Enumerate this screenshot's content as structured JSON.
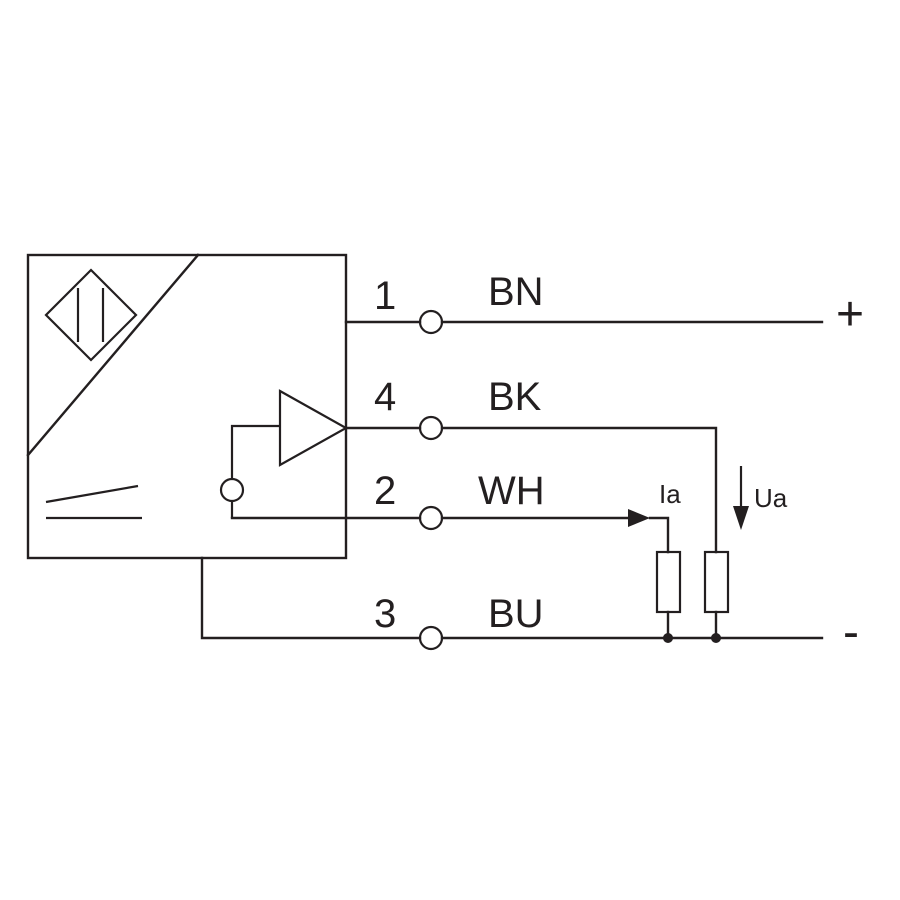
{
  "connections": [
    {
      "pin": "1",
      "color": "BN"
    },
    {
      "pin": "4",
      "color": "BK"
    },
    {
      "pin": "2",
      "color": "WH"
    },
    {
      "pin": "3",
      "color": "BU"
    }
  ],
  "supply": {
    "positive": "+",
    "negative": "-"
  },
  "outputs": {
    "current_label": "Ia",
    "voltage_label": "Ua"
  },
  "colors": {
    "line": "#231f20",
    "background": "#ffffff"
  }
}
